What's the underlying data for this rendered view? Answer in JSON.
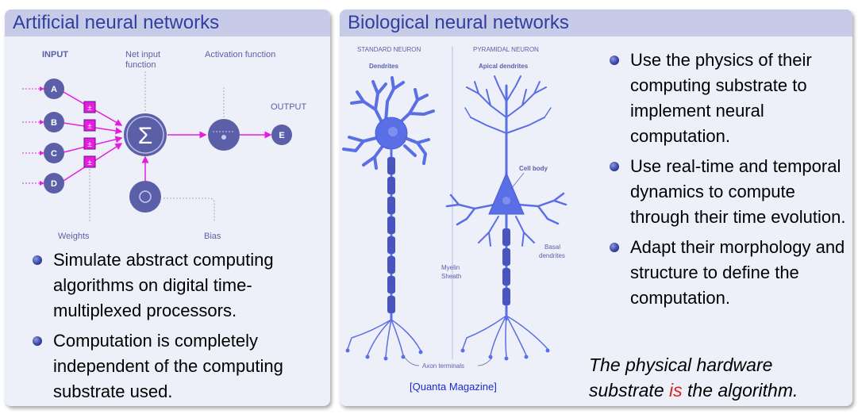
{
  "left": {
    "title": "Artificial neural networks",
    "diagram": {
      "input_label": "INPUT",
      "net_input_label_1": "Net input",
      "net_input_label_2": "function",
      "activation_label": "Activation function",
      "output_label": "OUTPUT",
      "inputs": [
        "A",
        "B",
        "C",
        "D"
      ],
      "weight_symbol": "±",
      "sum_symbol": "Σ",
      "output_node": "E",
      "weights_label": "Weights",
      "bias_label": "Bias"
    },
    "bullets": [
      "Simulate abstract computing algorithms on digital time-multiplexed processors.",
      "Computation is completely independent of the computing substrate used."
    ]
  },
  "right": {
    "title": "Biological neural networks",
    "diagram": {
      "standard_neuron": "STANDARD NEURON",
      "pyramidal_neuron": "PYRAMIDAL NEURON",
      "dendrites": "Dendrites",
      "apical_dendrites": "Apical dendrites",
      "cell_body": "Cell body",
      "basal_1": "Basal",
      "basal_2": "dendrites",
      "myelin_1": "Myelin",
      "myelin_2": "Sheath",
      "axon_terminals": "Axon terminals"
    },
    "citation": "[Quanta Magazine]",
    "bullets": [
      "Use the physics of their computing substrate to implement neural computation.",
      "Use real-time and temporal dynamics to compute through their time evolution.",
      "Adapt their morphology and structure to define the computation."
    ],
    "conclusion": {
      "before": "The physical hardware substrate ",
      "highlight": "is",
      "after": " the algorithm."
    }
  },
  "colors": {
    "title_text": "#2f3fa0",
    "title_bar": "#c7cbe8",
    "panel_bg": "#eef0f9",
    "node": "#5b5fa8",
    "magenta": "#e81ce0",
    "neuron": "#5a6ee6",
    "highlight": "#e02020"
  }
}
